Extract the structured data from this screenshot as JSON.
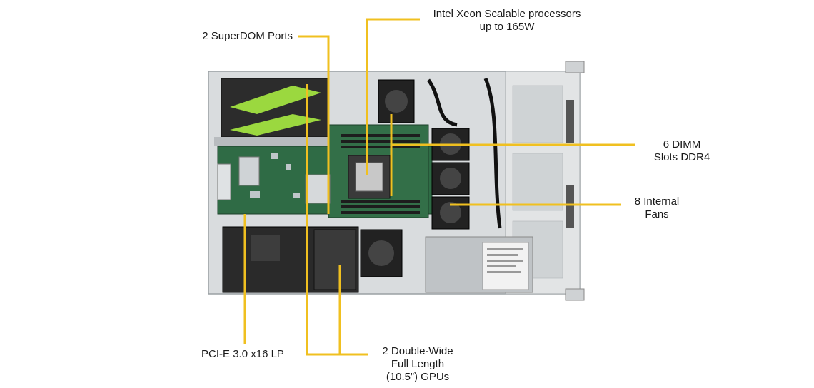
{
  "callouts": {
    "processors_line1": "Intel  Xeon Scalable processors",
    "processors_line2": "up to 165W",
    "superdom": "2 SuperDOM Ports",
    "dimm_line1": "6 DIMM",
    "dimm_line2": "Slots DDR4",
    "fans_line1": "8 Internal",
    "fans_line2": "Fans",
    "pcie": "PCI-E 3.0 x16 LP",
    "gpus_line1": "2 Double-Wide",
    "gpus_line2": "Full Length",
    "gpus_line3": "(10.5”) GPUs"
  },
  "colors": {
    "callout_line": "#f0c020",
    "text": "#1a1a1a",
    "chassis": "#c9cdd0",
    "board": "#2f6b45",
    "gpu_accent": "#8fd13f"
  }
}
